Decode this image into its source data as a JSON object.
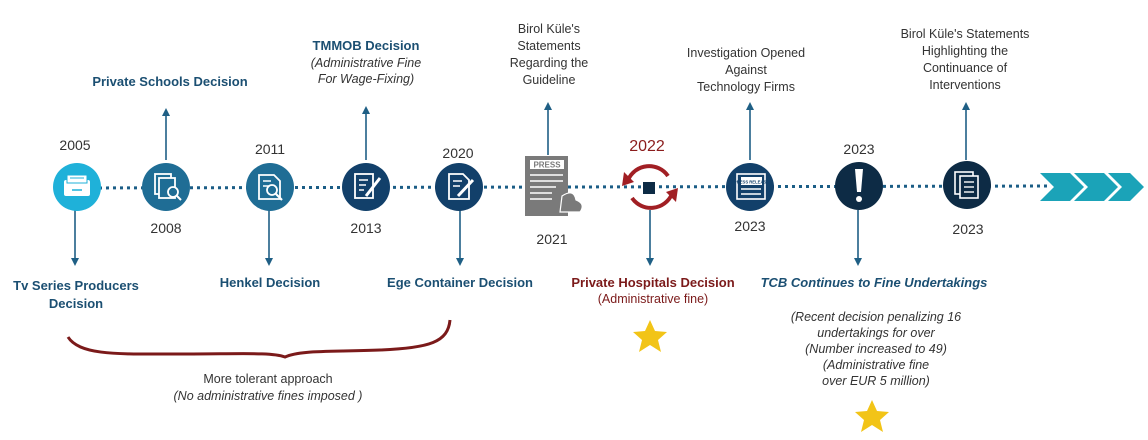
{
  "colors": {
    "light_blue": "#1fb1d9",
    "mid_blue": "#1f6d95",
    "dark_blue": "#12406a",
    "navy": "#0d2b45",
    "teal": "#1ba3b8",
    "dark_red": "#7b1a1a",
    "star": "#f2c417",
    "gray_doc": "#7a7a7a"
  },
  "events": [
    {
      "year": "2005",
      "title": "Tv Series Producers\nDecision",
      "icon": "folder-icon"
    },
    {
      "year": "2008",
      "title": "Private Schools Decision",
      "icon": "document-search-icon"
    },
    {
      "year": "2011",
      "title": "Henkel Decision",
      "icon": "magnifier-document-icon"
    },
    {
      "year": "2013",
      "title": "TMMOB Decision",
      "note": "(Administrative Fine\nFor Wage-Fixing)",
      "icon": "signed-document-icon"
    },
    {
      "year": "2020",
      "title": "Ege Container Decision",
      "icon": "edit-document-icon"
    },
    {
      "year": "2021",
      "title": "Birol Küle's\nStatements\nRegarding the\nGuideline",
      "icon": "press-document-icon",
      "icon_text": "PRESS"
    },
    {
      "year": "2022",
      "title": "Private Hospitals Decision",
      "note": "(Administrative fine)",
      "icon": "cycle-arrows-icon"
    },
    {
      "year": "2023",
      "title": "Investigation Opened\nAgainst\nTechnology Firms",
      "icon": "press-release-icon",
      "icon_text": "PRESS RELEASE"
    },
    {
      "year": "2023",
      "title": "TCB Continues to Fine Undertakings",
      "note": "(Recent decision penalizing 16\nundertakings for over\n(Number increased to 49)\n(Administrative fine\nover EUR 5 million)",
      "icon": "exclamation-icon"
    },
    {
      "year": "2023",
      "title": "Birol Küle's Statements\nHighlighting the\nContinuance of\nInterventions",
      "icon": "documents-stack-icon"
    }
  ],
  "bracket": {
    "label": "More tolerant approach",
    "note": "(No administrative fines imposed )"
  }
}
